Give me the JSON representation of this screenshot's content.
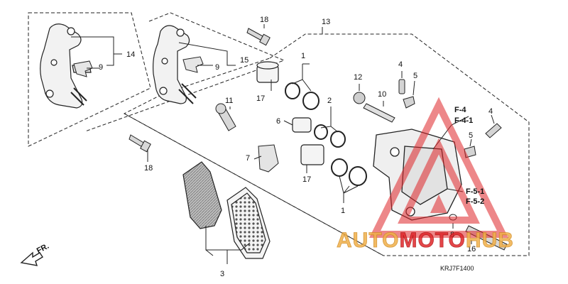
{
  "callouts": {
    "c1_top": "1",
    "c1_bottom": "1",
    "c2": "2",
    "c3": "3",
    "c4_left": "4",
    "c4_right": "4",
    "c5_left": "5",
    "c5_right": "5",
    "c6": "6",
    "c7": "7",
    "c8": "8",
    "c9_a": "9",
    "c9_b": "9",
    "c10": "10",
    "c11": "11",
    "c12": "12",
    "c13": "13",
    "c14": "14",
    "c15": "15",
    "c16": "16",
    "c17_top": "17",
    "c17_bottom": "17",
    "c18_top": "18",
    "c18_bottom": "18"
  },
  "group_labels": {
    "f4": "F-4",
    "f41": "F-4-1",
    "f51": "F-5-1",
    "f52": "F-5-2"
  },
  "direction": {
    "fr": "FR."
  },
  "diagram_code": "KRJ7F1400",
  "watermark": {
    "part1": "AUTO",
    "part2": "MOTO",
    "part3": "HUB"
  },
  "colors": {
    "watermark_red": "#e0262a",
    "watermark_orange": "#f0b04a",
    "line": "#222222"
  }
}
